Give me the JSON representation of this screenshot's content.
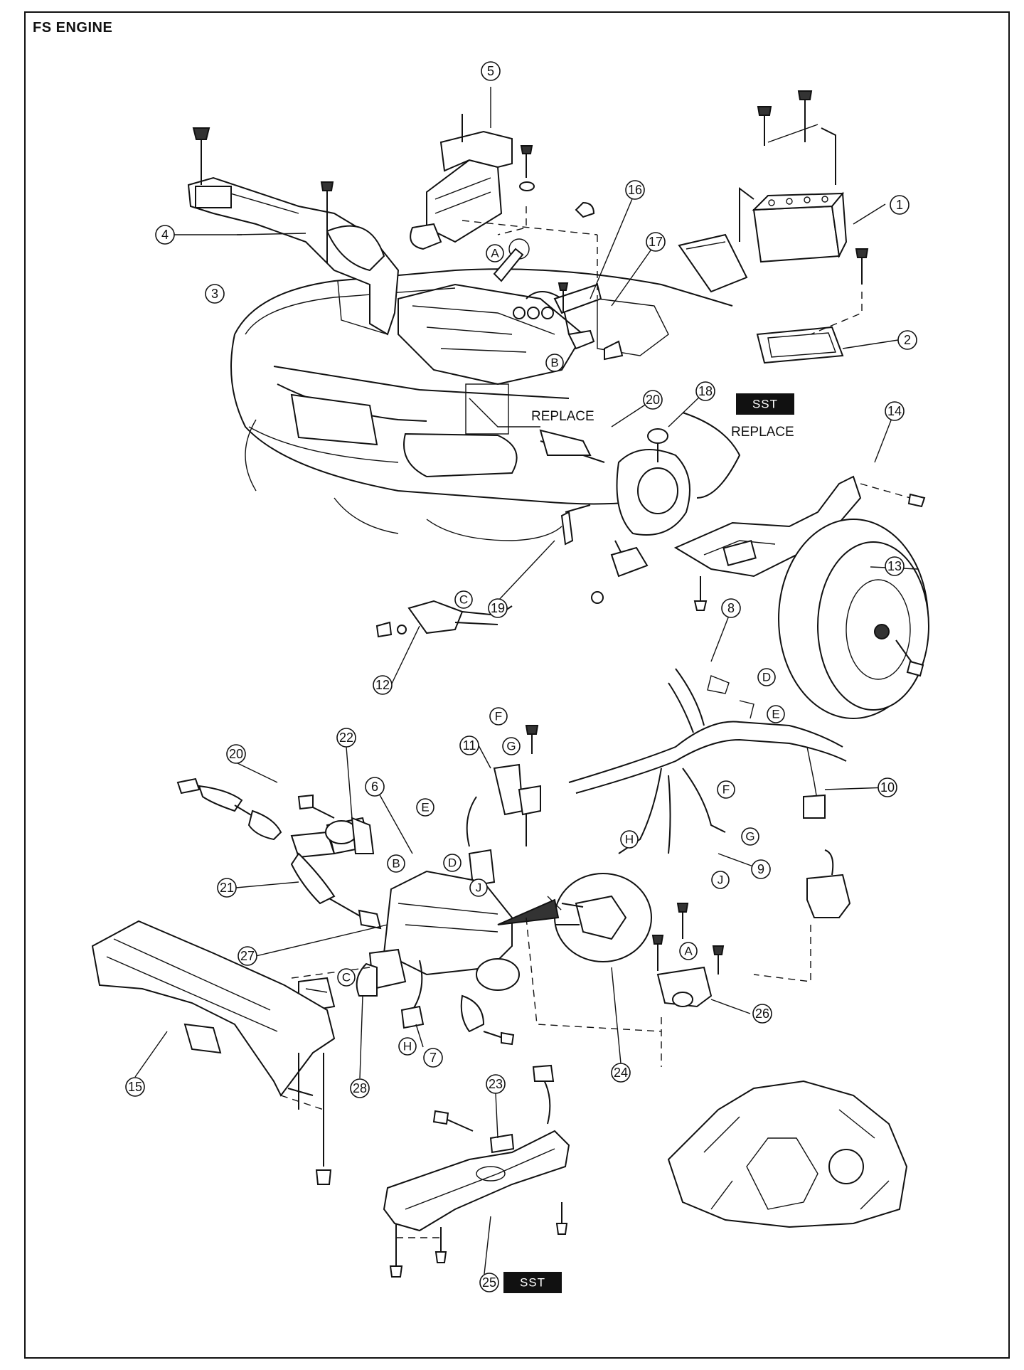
{
  "title": "FS ENGINE",
  "notes": {
    "replace": "REPLACE",
    "sst": "SST"
  },
  "callouts": [
    "1",
    "2",
    "3",
    "4",
    "5",
    "6",
    "7",
    "8",
    "9",
    "10",
    "11",
    "12",
    "13",
    "14",
    "15",
    "16",
    "17",
    "18",
    "19",
    "20",
    "21",
    "22",
    "23",
    "24",
    "25",
    "26",
    "27",
    "28"
  ],
  "letters": [
    "A",
    "B",
    "C",
    "D",
    "E",
    "F",
    "G",
    "H",
    "J"
  ]
}
